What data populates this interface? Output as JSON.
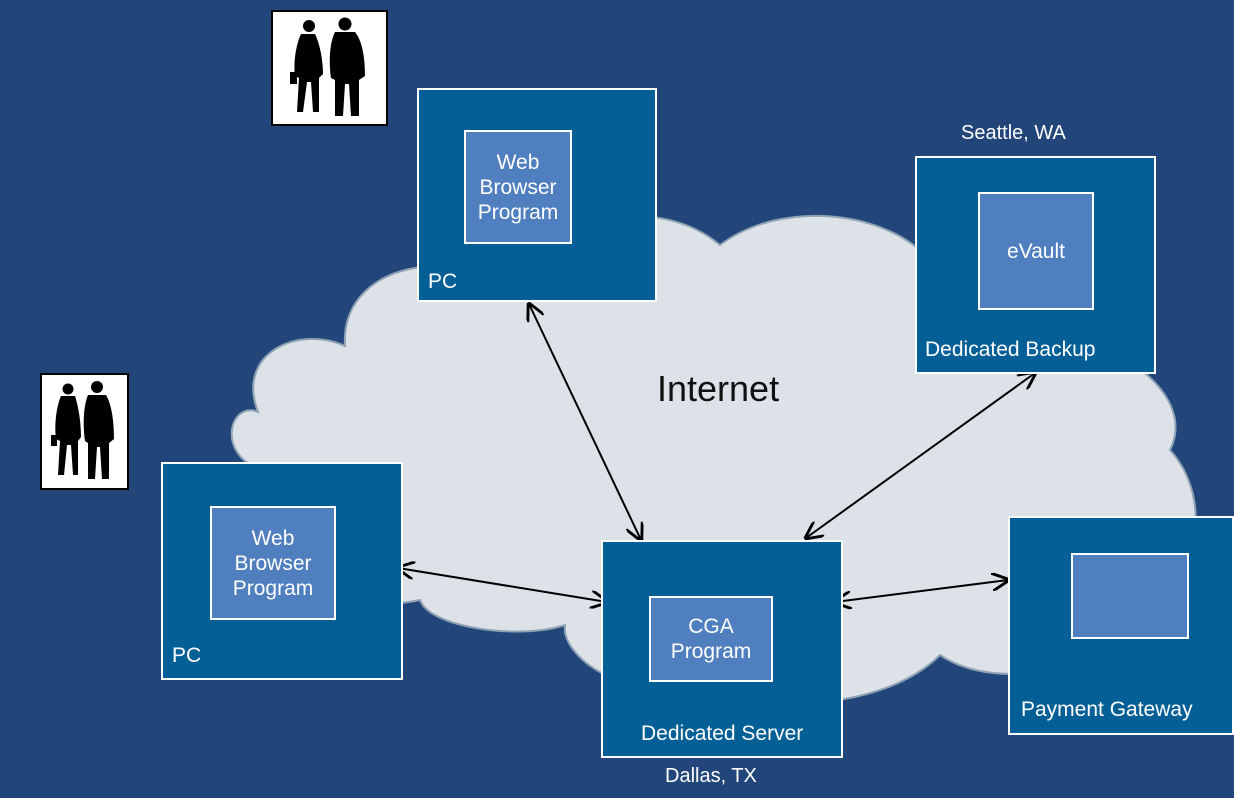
{
  "colors": {
    "background": "#23467a",
    "cloud_fill": "#dce2e8",
    "cloud_stroke": "#8fa3b5",
    "node_fill": "#045f97",
    "inner_fill": "#4f7fbe",
    "connector": "#000000"
  },
  "icons": {
    "people_top": "business-people-icon",
    "people_left": "business-people-icon"
  },
  "cloud": {
    "label": "Internet"
  },
  "nodes": {
    "pc_top": {
      "label": "PC",
      "program": {
        "line1": "Web",
        "line2": "Browser",
        "line3": "Program"
      }
    },
    "pc_left": {
      "label": "PC",
      "program": {
        "line1": "Web",
        "line2": "Browser",
        "line3": "Program"
      }
    },
    "server": {
      "label": "Dedicated Server",
      "program": {
        "line1": "CGA",
        "line2": "Program"
      },
      "location": "Dallas, TX"
    },
    "backup": {
      "label": "Dedicated Backup",
      "program": {
        "line1": "eVault"
      },
      "location": "Seattle, WA"
    },
    "gateway": {
      "label": "Payment Gateway"
    }
  }
}
